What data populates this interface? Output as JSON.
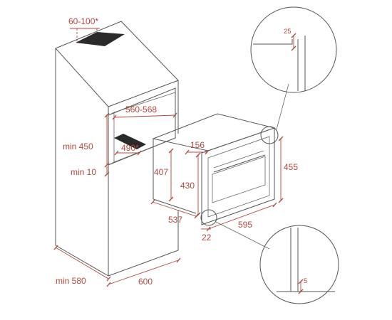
{
  "dimensions": {
    "vent_opening": "60-100*",
    "niche_width": "560-568",
    "min_height": "min 450",
    "vent_depth": "490*",
    "min_bottom": "min 10",
    "cabinet_depth": "min 580",
    "cabinet_width": "600",
    "panel_depth": "156",
    "body_height": "407",
    "inner_height": "430",
    "front_height": "455",
    "body_depth": "537",
    "front_width": "595",
    "front_gap": "22",
    "detail_top_gap": "25",
    "detail_bottom_gap": "5"
  },
  "colors": {
    "dimension": "#b5473c",
    "outline": "#555555",
    "vent": "#2a2a2a"
  }
}
